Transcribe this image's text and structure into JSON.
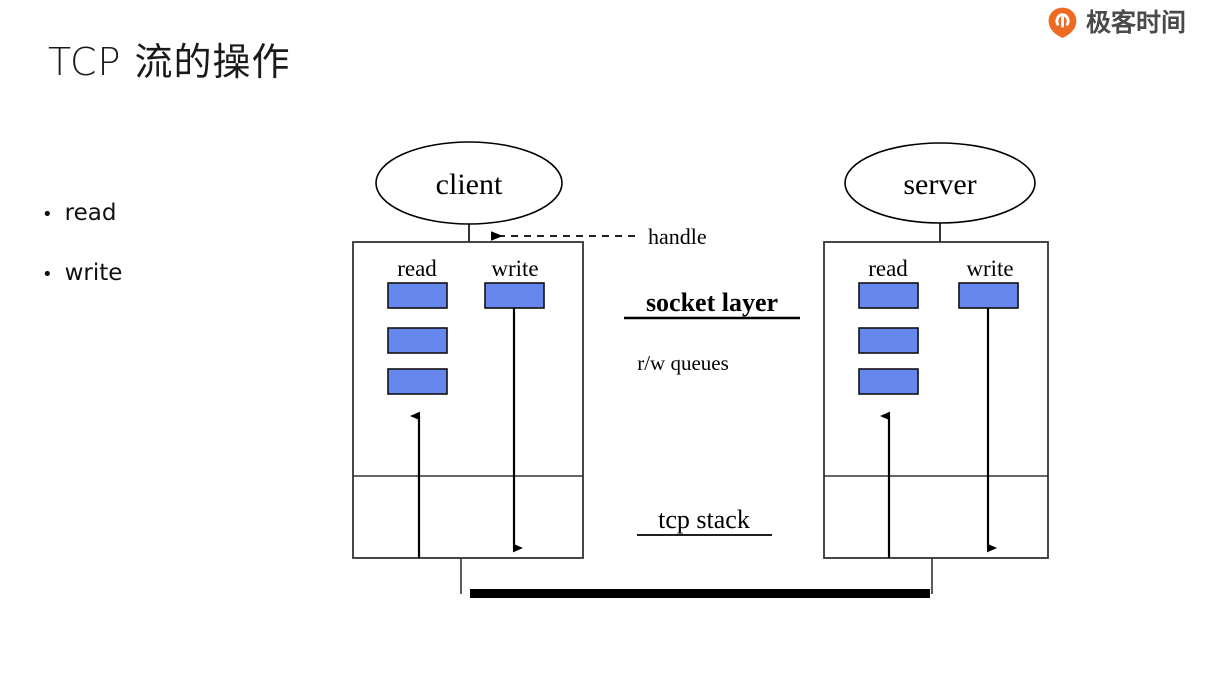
{
  "brand": {
    "name": "极客时间",
    "logo_icon": "geek-time-pin-icon",
    "logo_color": "#EE6A21",
    "text_color": "#4a4a4a"
  },
  "slide": {
    "title": "TCP 流的操作"
  },
  "bullets": [
    {
      "marker": "•",
      "label": "read"
    },
    {
      "marker": "•",
      "label": "write"
    }
  ],
  "diagram": {
    "type": "tcp-socket-architecture",
    "queue_color": "#6688EE",
    "queue_border": "#111111",
    "line_color": "#000000",
    "nodes": [
      {
        "id": "client",
        "label": "client",
        "shape": "ellipse"
      },
      {
        "id": "server",
        "label": "server",
        "shape": "ellipse"
      }
    ],
    "annotations": {
      "handle": "handle",
      "socket_layer": "socket layer",
      "rw_queues": "r/w queues",
      "tcp_stack": "tcp stack"
    },
    "hosts": [
      {
        "id": "client-host",
        "node_label": "client",
        "read_label": "read",
        "write_label": "write",
        "read_queue_count": 3,
        "write_queue_count": 1,
        "read_arrow_direction": "up",
        "write_arrow_direction": "down"
      },
      {
        "id": "server-host",
        "node_label": "server",
        "read_label": "read",
        "write_label": "write",
        "read_queue_count": 3,
        "write_queue_count": 1,
        "read_arrow_direction": "up",
        "write_arrow_direction": "down"
      }
    ],
    "network_bus": {
      "style": "thick-solid-line"
    }
  }
}
